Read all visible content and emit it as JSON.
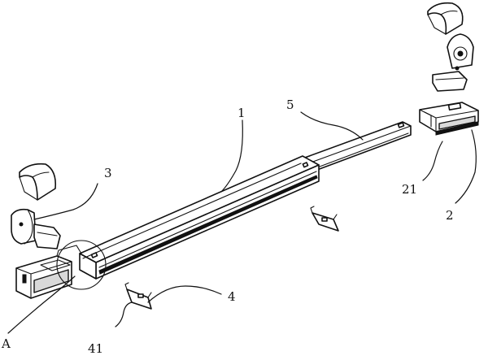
{
  "labels": {
    "l1": "1",
    "l5": "5",
    "l3": "3",
    "l21": "21",
    "l2": "2",
    "l4": "4",
    "l41": "41",
    "lA": "A"
  }
}
